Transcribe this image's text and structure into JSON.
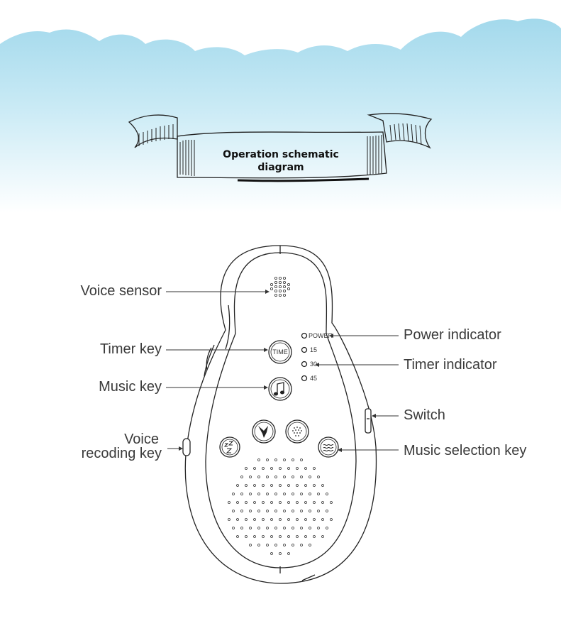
{
  "banner": {
    "title_line1": "Operation schematic",
    "title_line2": "diagram"
  },
  "colors": {
    "sky_top": "#a9dcee",
    "sky_bottom": "#ffffff",
    "ink": "#222222"
  },
  "device": {
    "time_button_label": "TIME",
    "indicators": [
      "POWER",
      "15",
      "30",
      "45"
    ]
  },
  "callouts": {
    "voice_sensor": "Voice sensor",
    "timer_key": "Timer key",
    "music_key": "Music key",
    "voice_recording_line1": "Voice",
    "voice_recording_line2": "recoding key",
    "power_indicator": "Power indicator",
    "timer_indicator": "Timer indicator",
    "switch": "Switch",
    "music_selection_key": "Music selection key"
  },
  "icons": {
    "voice_sensor": "microphone-grille-icon",
    "music": "music-note-icon",
    "sleep": "zzz-icon",
    "bird": "bird-icon",
    "rain": "rain-drops-icon",
    "waves": "waves-icon"
  }
}
